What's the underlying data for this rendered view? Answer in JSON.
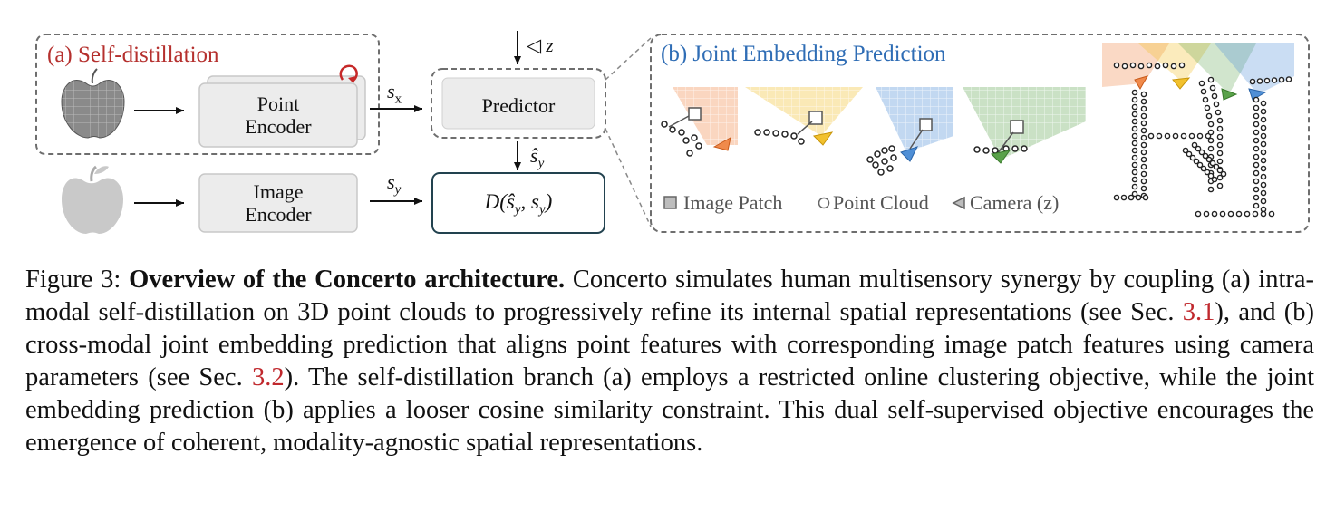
{
  "panel_a": {
    "title": "(a) Self-distillation",
    "point_encoder_line1": "Point",
    "point_encoder_line2": "Encoder",
    "image_encoder_line1": "Image",
    "image_encoder_line2": "Encoder",
    "sx_label": "s",
    "sx_sub": "x",
    "sy_label": "s",
    "sy_sub": "y"
  },
  "center": {
    "camera_input": "◁ z",
    "predictor_label": "Predictor",
    "sy_hat_label": "ŝ",
    "sy_hat_sub": "y",
    "loss_label": "D(ŝ",
    "loss_sub1": "y",
    "loss_mid": ", s",
    "loss_sub2": "y",
    "loss_end": ")"
  },
  "panel_b": {
    "title": "(b) Joint Embedding Prediction",
    "legend": {
      "image_patch": "Image Patch",
      "point_cloud": "Point Cloud",
      "camera": "Camera (z)"
    }
  },
  "colors": {
    "panel_a_title": "#b5302e",
    "panel_b_title": "#2f6db5",
    "ref_link": "#c0282d",
    "box_fill": "#ececec",
    "dashed_border": "#6e6e6e",
    "loss_border": "#22424f",
    "orange": "#f08a4b",
    "yellow": "#f2c12e",
    "blue": "#4f8fd6",
    "green": "#5aa24a"
  },
  "caption": {
    "figure_label": "Figure 3:",
    "bold_title": "Overview of the Concerto architecture.",
    "text_1": " Concerto simulates human multisensory synergy by coupling (a) intra-modal self-distillation on 3D point clouds to progressively refine its internal spatial representations (see Sec. ",
    "ref_1": "3.1",
    "text_2": "), and (b) cross-modal joint embedding prediction that aligns point features with corresponding image patch features using camera parameters (see Sec. ",
    "ref_2": "3.2",
    "text_3": "). The self-distillation branch (a) employs a restricted online clustering objective, while the joint embedding prediction (b) applies a looser cosine similarity constraint.  This dual self-supervised objective encourages the emergence of coherent, modality-agnostic spatial representations."
  }
}
